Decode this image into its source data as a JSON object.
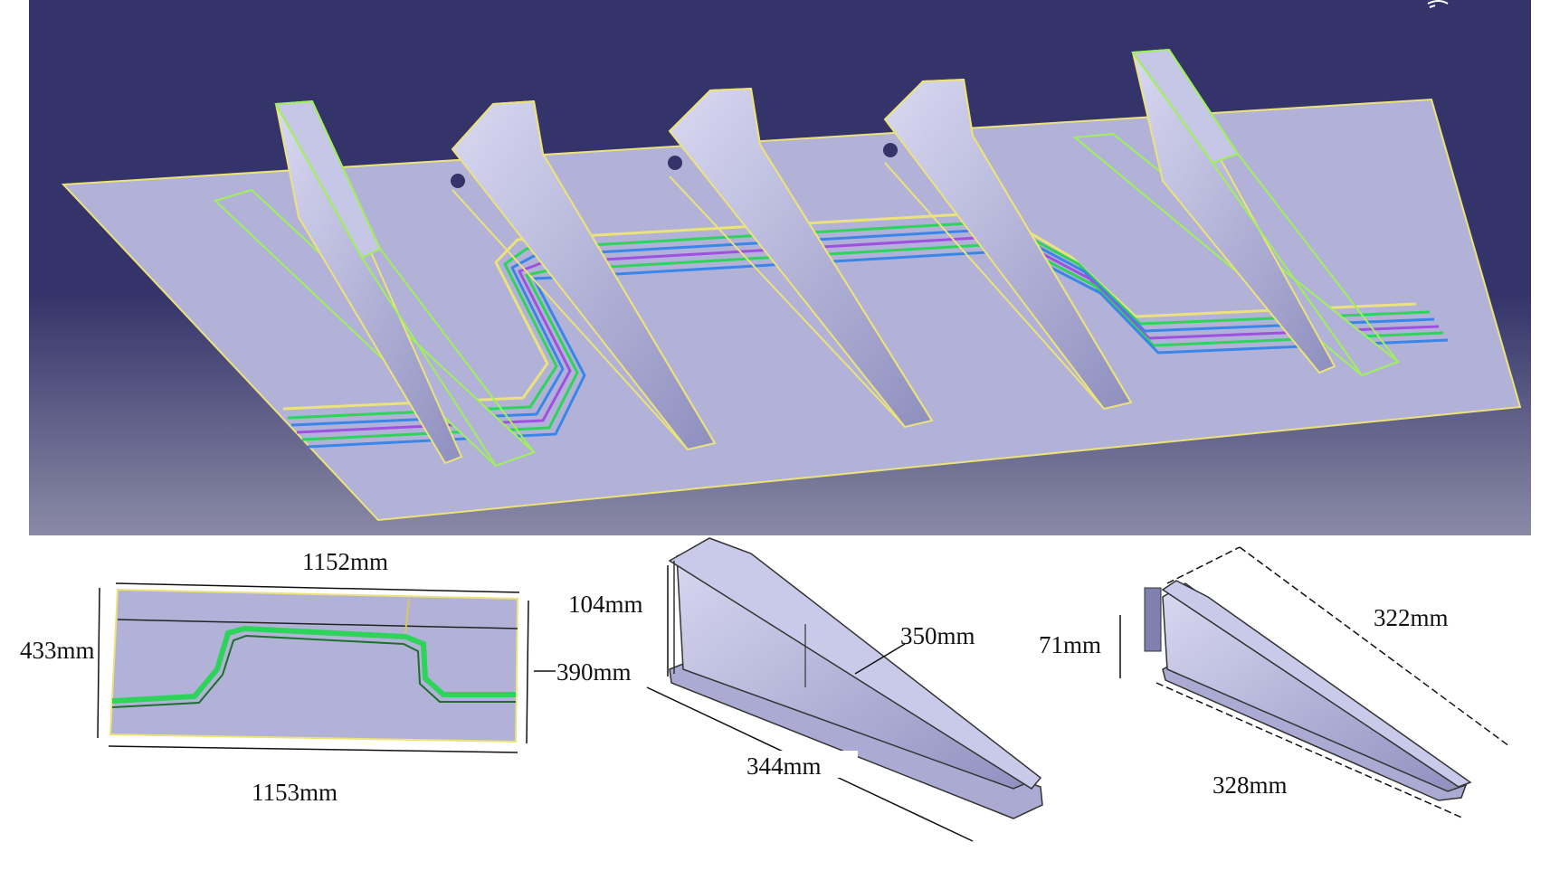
{
  "colors": {
    "viewport_top": "#34346a",
    "viewport_bottom": "#8a8aa6",
    "panel_fill": "#b2b2d8",
    "panel_edge": "#ece27a",
    "stiffener_outline": "#9ff05a",
    "trace_green": "#2ed45a",
    "trace_blue": "#3a86e8",
    "trace_purple": "#a050e0",
    "dimension_line": "#111111"
  },
  "icons": [
    "compass-icon"
  ],
  "main_view": {
    "stiffener_count": 5,
    "view": "isometric stiffened panel"
  },
  "details": {
    "plate": {
      "top_length": "1152mm",
      "bottom_length": "1153mm",
      "left_width": "433mm",
      "right_width": "390mm"
    },
    "stiffener_large": {
      "height": "104mm",
      "top_length": "350mm",
      "base_length": "344mm"
    },
    "stiffener_small": {
      "height": "71mm",
      "top_length": "322mm",
      "base_length": "328mm"
    }
  }
}
